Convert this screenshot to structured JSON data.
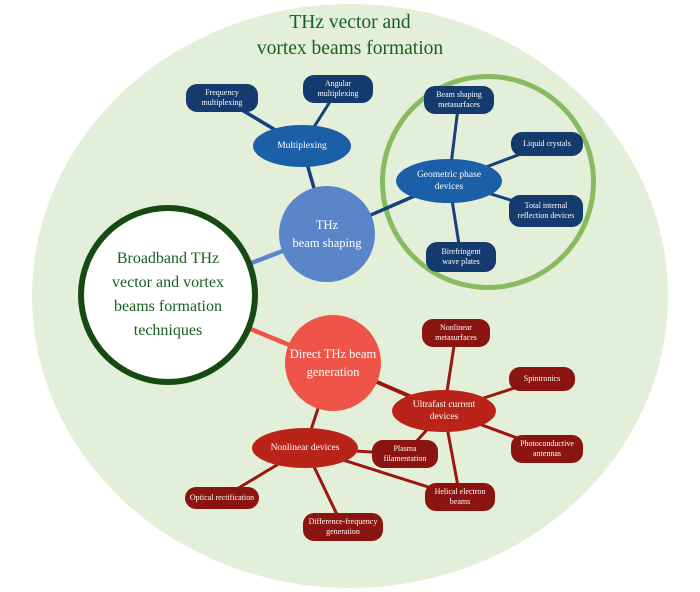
{
  "title": "THz vector and\nvortex beams formation",
  "root": {
    "label": "Broadband THz\nvector and vortex\nbeams formation\ntechniques"
  },
  "branches": {
    "beam_shaping": {
      "hub": "THz\nbeam shaping",
      "multiplexing": {
        "label": "Multiplexing",
        "children": {
          "frequency": "Frequency\nmultiplexing",
          "angular": "Angular\nmultiplexing"
        }
      },
      "geometric_phase": {
        "label": "Geometric phase\ndevices",
        "children": {
          "beam_shaping_metasurfaces": "Beam shaping\nmetasurfaces",
          "liquid_crystals": "Liquid crystals",
          "total_internal_reflection": "Total internal\nreflection devices",
          "birefringent_wave_plates": "Birefringent\nwave plates"
        }
      }
    },
    "direct_generation": {
      "hub": "Direct THz beam\ngeneration",
      "ultrafast_current": {
        "label": "Ultrafast current\ndevices",
        "children": {
          "nonlinear_metasurfaces": "Nonlinear\nmetasurfaces",
          "spintronics": "Spintronics",
          "photoconductive_antennas": "Photoconductive\nantennas",
          "helical_electron_beams": "Helical electron\nbeams"
        }
      },
      "nonlinear_devices": {
        "label": "Nonlinear devices",
        "children": {
          "plasma_filamentation": "Plasma\nfilamentation",
          "optical_rectification": "Optical rectification",
          "difference_frequency": "Difference-frequency\ngeneration"
        }
      }
    }
  },
  "colors": {
    "background_ellipse": "#e4efd9",
    "title_green": "#175e20",
    "root_border_green": "#164a12",
    "navy_box": "#143a6e",
    "blue_hub_ellipse": "#1a5fa8",
    "blue_circle": "#5b85c9",
    "green_ring": "#88bb5f",
    "salmon_circle": "#ee5447",
    "crimson_hub_ellipse": "#ba2418",
    "dark_red_box": "#8b1310",
    "dark_red_line": "#9c150e",
    "navy_line": "#14417c"
  }
}
